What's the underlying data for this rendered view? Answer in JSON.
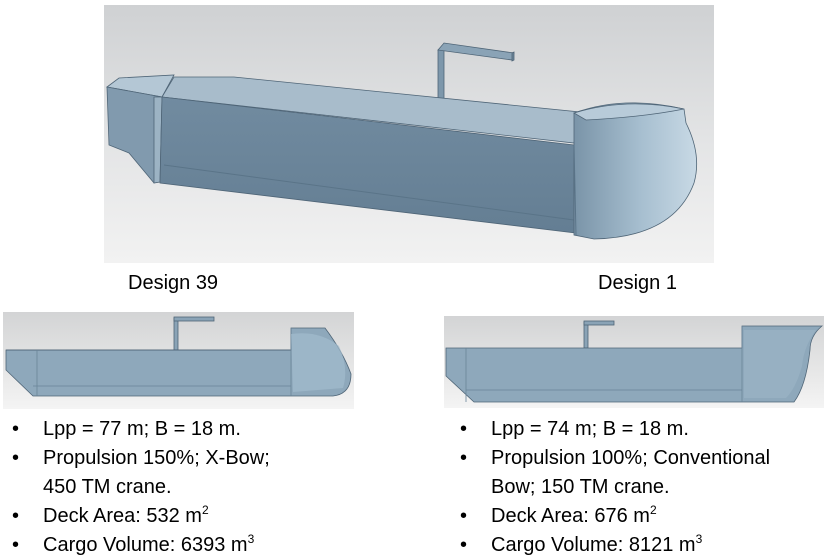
{
  "labels": {
    "left": "Design 39",
    "right": "Design 1"
  },
  "designs": [
    {
      "lpp_line": "Lpp = 77 m; B = 18 m.",
      "propulsion_line1": "Propulsion 150%; X-Bow;",
      "propulsion_line2": "450 TM crane.",
      "deck_prefix": "Deck Area: 532 m",
      "deck_exp": "2",
      "cargo_prefix": "Cargo Volume: 6393 m",
      "cargo_exp": "3"
    },
    {
      "lpp_line": "Lpp = 74 m; B = 18 m.",
      "propulsion_line1": "Propulsion 100%; Conventional",
      "propulsion_line2": "Bow; 150 TM crane.",
      "deck_prefix": "Deck Area: 676 m",
      "deck_exp": "2",
      "cargo_prefix": "Cargo Volume: 8121 m",
      "cargo_exp": "3"
    }
  ],
  "colors": {
    "hull": "#7f99ad",
    "hull_light": "#9eb6c8",
    "hull_dark": "#5f7a8e",
    "edge": "#4f6577"
  }
}
